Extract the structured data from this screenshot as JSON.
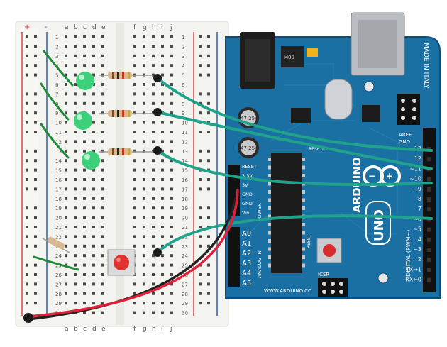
{
  "breadboard": {
    "column_letters_left": [
      "a",
      "b",
      "c",
      "d",
      "e"
    ],
    "column_letters_right": [
      "f",
      "g",
      "h",
      "i",
      "j"
    ],
    "rail_plus": "+",
    "rail_minus": "-",
    "row_numbers": [
      "1",
      "2",
      "3",
      "4",
      "5",
      "6",
      "7",
      "8",
      "9",
      "10",
      "11",
      "12",
      "13",
      "14",
      "15",
      "16",
      "17",
      "18",
      "19",
      "20",
      "21",
      "22",
      "23",
      "24",
      "25",
      "26",
      "27",
      "28",
      "29",
      "30"
    ]
  },
  "arduino": {
    "brand": "ARDUINO",
    "model": "UNO",
    "made_in": "MADE IN ITALY",
    "website": "WWW.ARDUINO.CC",
    "digital_label": "DIGITAL (PWM~)",
    "power_label": "POWER",
    "analog_label": "ANALOG IN",
    "aref": "AREF",
    "gnd": "GND",
    "reset_en": "RESET-EN",
    "icsp": "ICSP",
    "reset_btn_label": "RESET",
    "power_pins": [
      "RESET",
      "3.3V",
      "5V",
      "GND",
      "GND",
      "Vin"
    ],
    "analog_pins": [
      "A0",
      "A1",
      "A2",
      "A3",
      "A4",
      "A5"
    ],
    "digital_pins": [
      "13",
      "12",
      "~11",
      "~10",
      "~9",
      "8",
      "7",
      "~6",
      "~5",
      "4",
      "~3",
      "2",
      "TX→1",
      "RX←0"
    ],
    "regulator_text": "M80",
    "cap_1": "47 25V",
    "cap_2": "47 25V"
  },
  "colors": {
    "board_blue": "#1a6fa3",
    "board_dark": "#0f4e78",
    "breadboard": "#f3f3ef",
    "wire_green": "#1fa38a",
    "wire_red": "#e0203a",
    "wire_black": "#222222",
    "led_green": "#3cd07a",
    "button_red": "#e0322e"
  }
}
